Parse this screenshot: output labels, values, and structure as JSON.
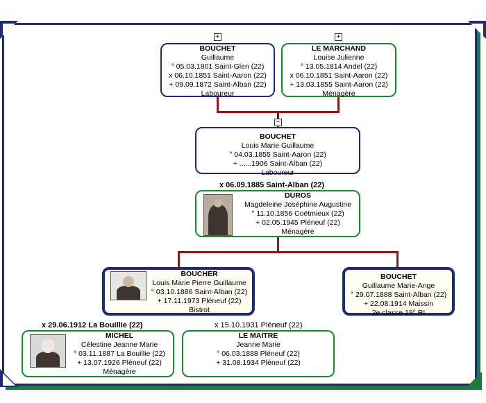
{
  "persons": {
    "father": {
      "surname": "BOUCHET",
      "given": "Guillaume",
      "birth": "° 05.03.1801 Saint-Glen (22)",
      "marriage": "x 06.10.1851 Saint-Aaron (22)",
      "death": "+ 09.09.1872 Saint-Alban (22)",
      "occupation": "Laboureur"
    },
    "mother": {
      "surname": "LE MARCHAND",
      "given": "Louise Julienne",
      "birth": "° 13.05.1814 Andel (22)",
      "marriage": "x 06.10.1851 Saint-Aaron (22)",
      "death": "+ 13.03.1855 Saint-Aaron (22)",
      "occupation": "Ménagère"
    },
    "subject": {
      "surname": "BOUCHET",
      "given": "Louis Marie Guillaume",
      "birth": "° 04.03.1855 Saint-Aaron (22)",
      "death": "+ ......1906 Saint-Alban (22)",
      "occupation": "Laboureur"
    },
    "spouse": {
      "surname": "DUROS",
      "given": "Magdeleine Joséphine Augustine",
      "birth": "° 11.10.1856 Coëtmieux (22)",
      "death": "+ 02.05.1945 Pléneuf (22)",
      "occupation": "Ménagère"
    },
    "child1": {
      "surname": "BOUCHER",
      "given": "Louis Marie Pierre Guillaume",
      "birth": "° 03.10.1886 Saint-Alban (22)",
      "death": "+ 17.11.1973 Pléneuf (22)",
      "occupation": "Bistrot"
    },
    "child2": {
      "surname": "BOUCHET",
      "given": "Guillaume Marie-Ange",
      "birth": "° 29.07.1888 Saint-Alban (22)",
      "death": "+ 22.08.1914 Maissin",
      "occupation": "2e classe 19° RI"
    },
    "child1_wife1": {
      "surname": "MICHEL",
      "given": "Célestine Jeanne Marie",
      "birth": "° 03.11.1887 La Bouillie (22)",
      "death": "+ 13.07.1926 Pléneuf (22)",
      "occupation": "Ménagère"
    },
    "child1_wife2": {
      "surname": "LE MAITRE",
      "given": "Jeanne Marie",
      "birth": "° 06.03.1888 Pléneuf (22)",
      "death": "+ 31.08.1934 Pléneuf (22)"
    }
  },
  "marriages": {
    "subject": "x 06.09.1885 Saint-Alban (22)",
    "child1_wife1": "x 29.06.1912 La Bouillie (22)",
    "child1_wife2": "x 15.10.1931 Pléneuf (22)"
  },
  "toggles": {
    "expand": "+",
    "collapse": "−"
  },
  "colors": {
    "male_border": "#1c2a7a",
    "female_border": "#1e8a2e",
    "connector": "#8b1a1a",
    "frame_shadow": "#1e7a3a"
  }
}
